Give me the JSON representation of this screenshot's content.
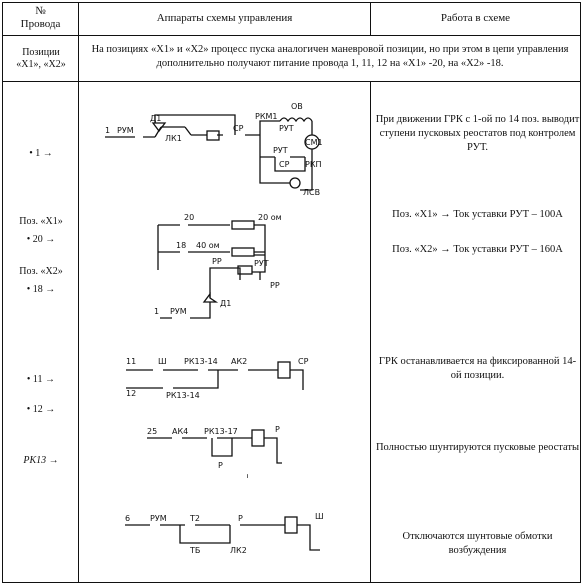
{
  "header": {
    "col1_line1": "№",
    "col1_line2": "Провода",
    "col2": "Аппараты схемы управления",
    "col3": "Работа в  схеме"
  },
  "row_positions": {
    "label_line1": "Позиции",
    "label_line2": "«Х1», «Х2»",
    "text": "На позициях «Х1» и «Х2» процесс пуска аналогичен маневровой позиции, но при этом в цепи управления дополнительно получают питание провода 1, 11, 12 на «Х1» -20, на «Х2» -18."
  },
  "left_labels": {
    "w1": "• 1 →",
    "pos_x1": "Поз. «Х1»",
    "w20": "• 20 →",
    "pos_x2": "Поз. «Х2»",
    "w18": "• 18 →",
    "w11": "• 11 →",
    "w12": "• 12 →",
    "rk13": "РК13 →"
  },
  "work": {
    "grk_move": "При движении ГРК с 1-ой по 14 поз. выводит ступени пусковых реостатов под контролем РУТ.",
    "x1": "Поз. «Х1» → Ток уставки РУТ – 100А",
    "x2": "Поз. «Х2» → Ток уставки РУТ – 160А",
    "grk_stop": "ГРК  останавливается на фиксированной 14-ой позиции.",
    "shunt_full": "Полностью шунтируются пусковые реостаты",
    "shunt_off": "Отключаются шунтовые обмотки возбуждения"
  },
  "schematic_labels": {
    "s1_wire": "1",
    "s1_rum": "РУМ",
    "s1_d1": "Д1",
    "s1_lk1": "ЛК1",
    "s1_rkm1": "РКМ1",
    "s1_ov": "ОВ",
    "s1_sr": "СР",
    "s1_rut": "РУТ",
    "s1_sm": "СМ1",
    "s1_rut2": "РУТ",
    "s1_sr2": "СР",
    "s1_rkp": "РКП",
    "s1_lsv": "ЛСВ",
    "s2_20": "20",
    "s2_20om": "20 ом",
    "s2_18": "18",
    "s2_40om": "40 ом",
    "s2_rr": "РР",
    "s2_rut": "РУТ",
    "s2_rr2": "РР",
    "s2_d1": "Д1",
    "s2_1": "1",
    "s2_rum": "РУМ",
    "s3_11": "11",
    "s3_sh": "Ш",
    "s3_rk": "РК13-14",
    "s3_ak2": "АК2",
    "s3_sr": "СР",
    "s3_12": "12",
    "s3_rk2": "РК13-14",
    "s4_25": "25",
    "s4_ak4": "АК4",
    "s4_rk": "РК13-17",
    "s4_p": "Р",
    "s4_p2": "Р",
    "s5_6": "6",
    "s5_rum": "РУМ",
    "s5_t2": "Т2",
    "s5_p": "Р",
    "s5_sh": "Ш",
    "s5_tb": "ТБ",
    "s5_lk2": "ЛК2"
  }
}
